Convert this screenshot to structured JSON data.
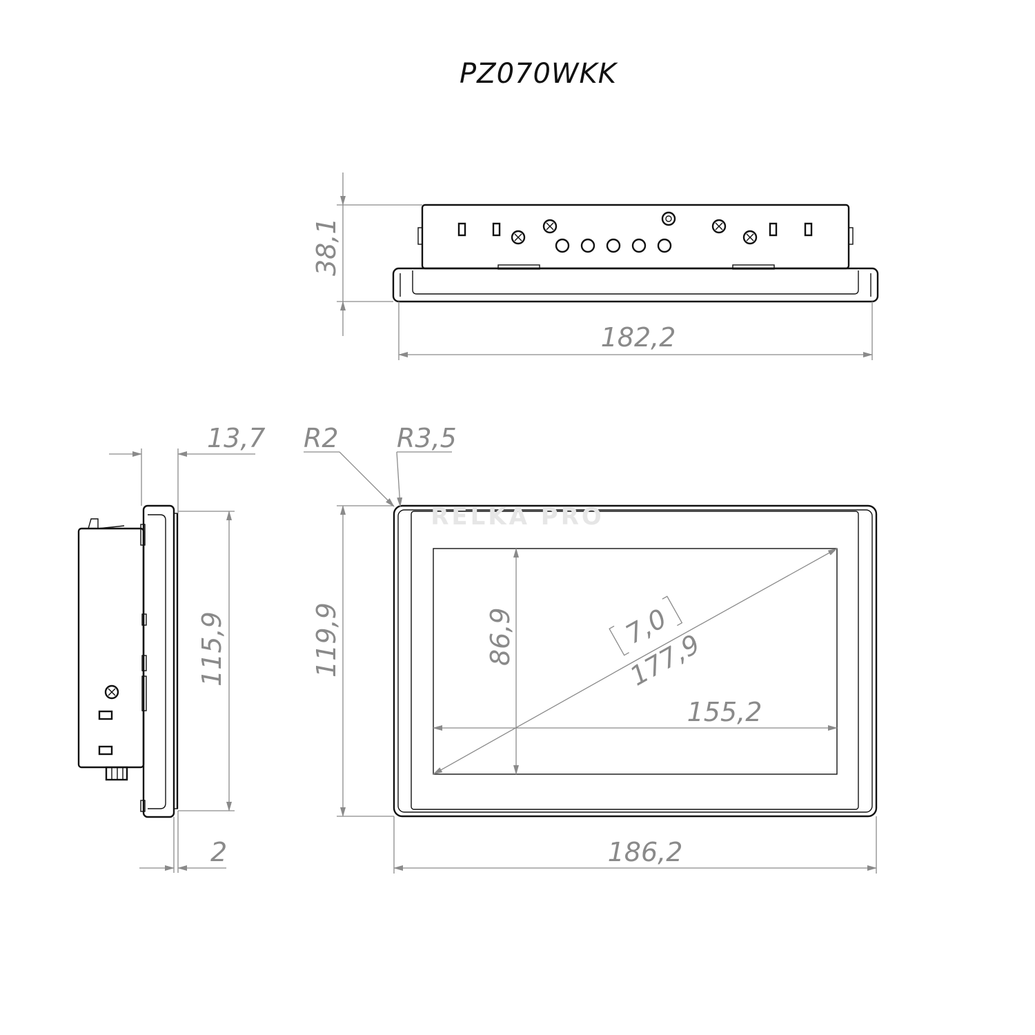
{
  "title": "PZ070WKK",
  "watermark": "RELKA PRO",
  "colors": {
    "object_line": "#111111",
    "dimension_line": "#8a8a8a",
    "background": "#ffffff"
  },
  "top_view": {
    "height_label": "38,1",
    "width_label": "182,2"
  },
  "side_view": {
    "depth_label": "13,7",
    "height_label": "115,9",
    "bezel_label": "2"
  },
  "front_view": {
    "radius_small_label": "R2",
    "radius_large_label": "R3,5",
    "height_label": "119,9",
    "width_label": "186,2",
    "screen_height_label": "86,9",
    "screen_width_label": "155,2",
    "diagonal_label": "177,9",
    "diagonal_inch_label": "7,0"
  }
}
